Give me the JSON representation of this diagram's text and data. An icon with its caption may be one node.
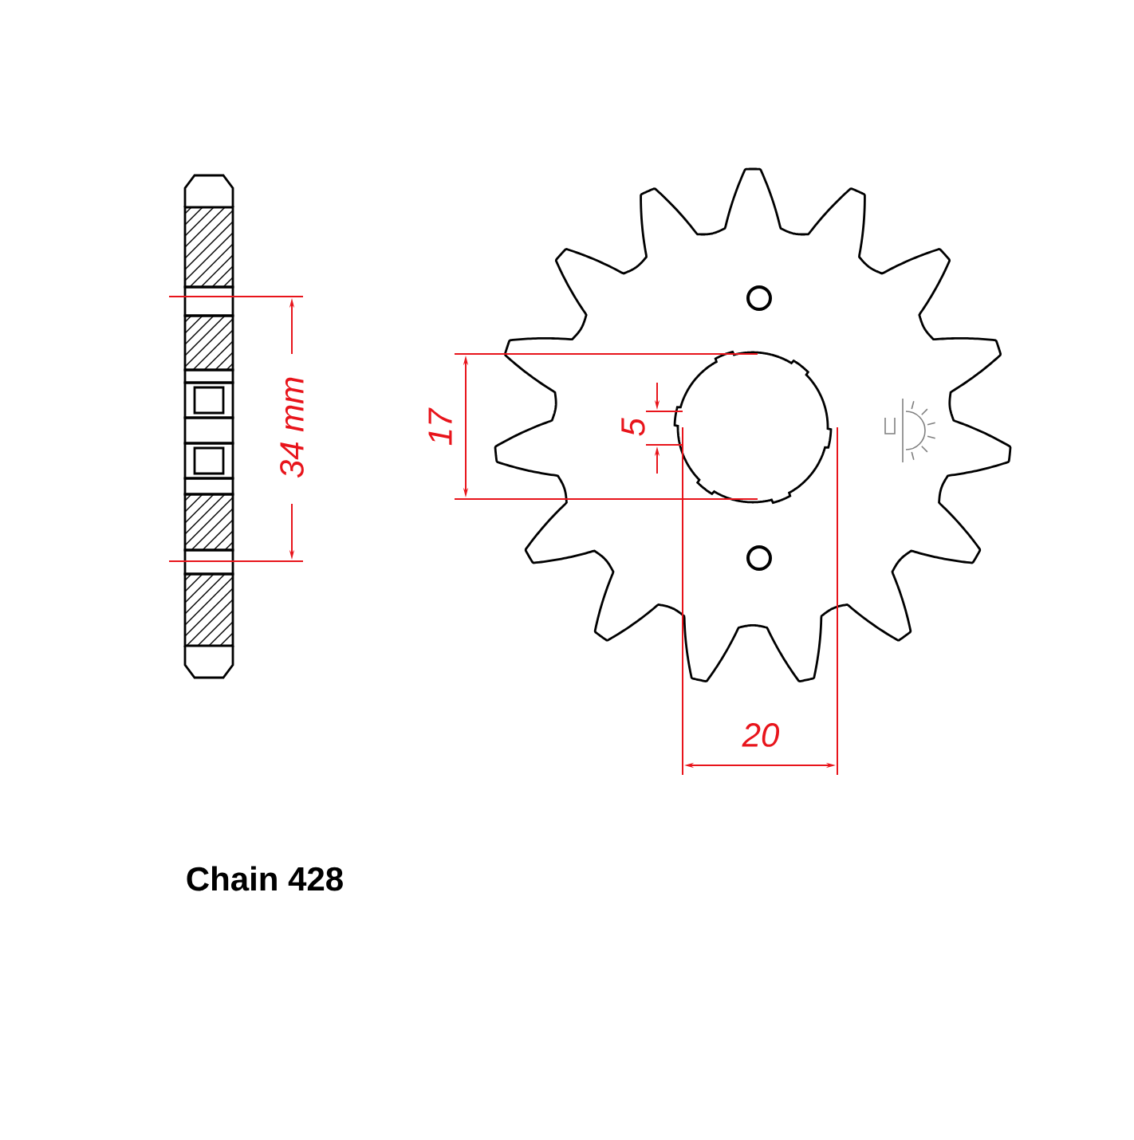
{
  "diagram": {
    "labels": [
      "34 mm",
      "17",
      "5",
      "20",
      "Chain 428"
    ]
  }
}
